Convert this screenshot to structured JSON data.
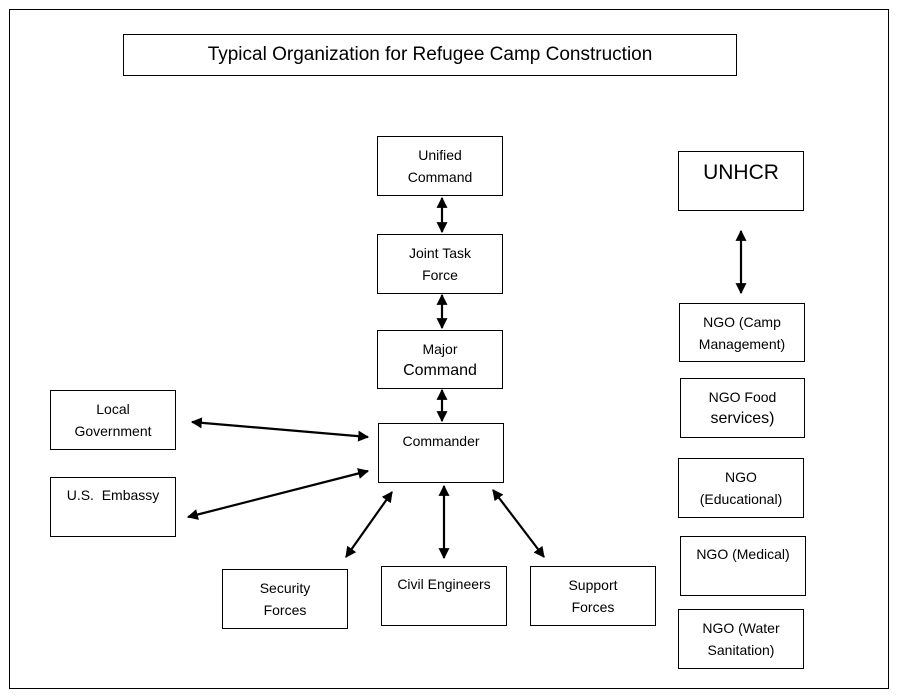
{
  "title": "Typical Organization for Refugee Camp Construction",
  "nodes": {
    "unified_command": [
      "Unified",
      "Command"
    ],
    "joint_task_force": [
      "Joint Task",
      "Force"
    ],
    "major_command": [
      "Major",
      "Command"
    ],
    "commander": "Commander",
    "local_government": [
      "Local",
      "Government"
    ],
    "us_embassy": "U.S.  Embassy",
    "security_forces": [
      "Security",
      "Forces"
    ],
    "civil_engineers": "Civil Engineers",
    "support_forces": [
      "Support",
      "Forces"
    ],
    "unhcr": "UNHCR",
    "ngo_camp": [
      "NGO (Camp",
      "Management)"
    ],
    "ngo_food": [
      "NGO Food",
      "services)"
    ],
    "ngo_edu": [
      "NGO",
      "(Educational)"
    ],
    "ngo_medical": "NGO (Medical)",
    "ngo_water": [
      "NGO (Water",
      "Sanitation)"
    ]
  }
}
